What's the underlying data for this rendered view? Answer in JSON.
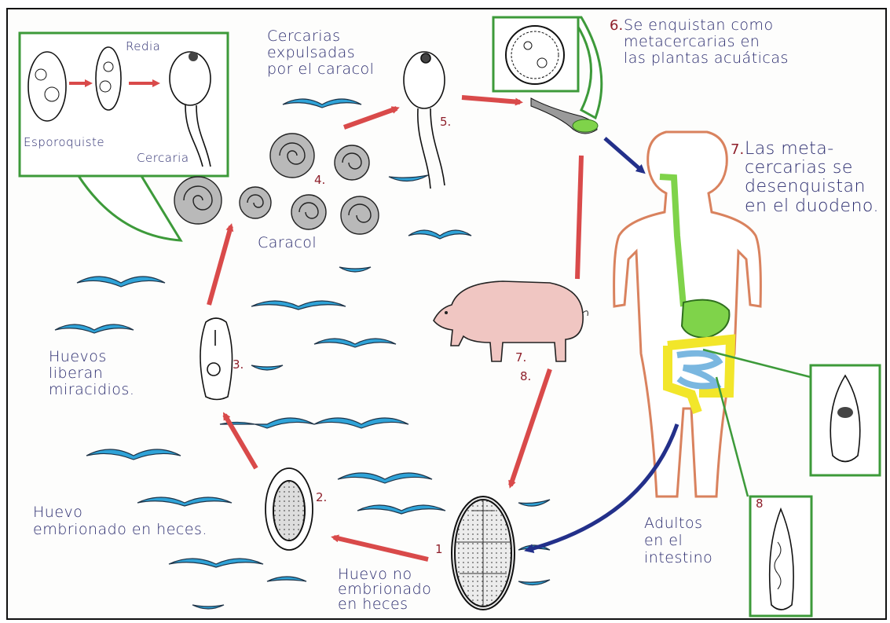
{
  "inset_lifecycle": {
    "labels": [
      "Esporoquiste",
      "Redia",
      "Cercaria"
    ]
  },
  "stages": [
    {
      "number": "1",
      "text": "Huevo no embrionado en heces"
    },
    {
      "number": "2.",
      "text": "Huevo embrionado en heces."
    },
    {
      "number": "3.",
      "text": "Huevos liberan miracidios."
    },
    {
      "number": "4.",
      "text": "Caracol"
    },
    {
      "number": "5.",
      "text": "Cercarias expulsadas por el caracol"
    },
    {
      "number": "6.",
      "text": "Se enquistan como metacercarias en las plantas acuáticas"
    },
    {
      "number": "7.",
      "text": "Las meta-cercarias se desenquistan en el duodeno."
    },
    {
      "number": "8",
      "text": "Adultos en el intestino"
    }
  ],
  "pig_numbers": [
    "7.",
    "8."
  ],
  "lines": {
    "s1": [
      "Huevo no",
      "embrionado",
      "en heces"
    ],
    "s2": [
      "Huevo",
      "embrionado en heces."
    ],
    "s3": [
      "Huevos",
      "liberan",
      "miracidios."
    ],
    "s5": [
      "Cercarias",
      "expulsadas",
      "por el caracol"
    ],
    "s6": [
      "Se enquistan como",
      "metacercarias en",
      "las plantas acuáticas"
    ],
    "s7": [
      "Las meta-",
      "cercarias se",
      "desenquistan",
      "en el duodeno."
    ],
    "s8": [
      "Adultos",
      "en el",
      "intestino"
    ]
  },
  "colors": {
    "ink": "#2a2b6e",
    "number": "#8e1f2a",
    "arrow_red": "#d94a4a",
    "arrow_blue": "#23308a",
    "water": "#2fa3d8",
    "callout": "#3d9a3a",
    "body_outline": "#d9825e",
    "stomach": "#7fd34a",
    "colon": "#f2e62a",
    "small_intestine": "#7ab7e0",
    "snail": "#a8a8a8",
    "pig": "#f0c6c2"
  }
}
